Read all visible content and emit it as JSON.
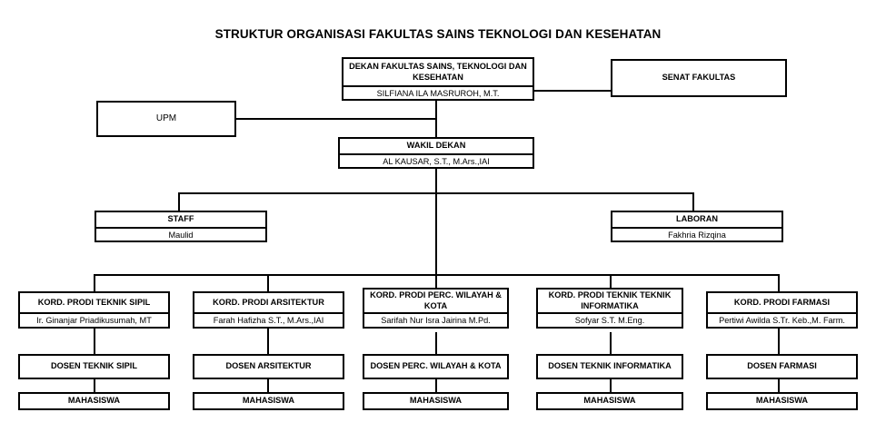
{
  "page": {
    "title": "STRUKTUR ORGANISASI FAKULTAS SAINS TEKNOLOGI DAN KESEHATAN",
    "background_color": "#ffffff",
    "line_color": "#000000",
    "text_color": "#000000"
  },
  "nodes": {
    "dekan": {
      "title": "DEKAN FAKULTAS SAINS, TEKNOLOGI DAN KESEHATAN",
      "person": "SILFIANA ILA MASRUROH, M.T."
    },
    "senat": {
      "title": "SENAT FAKULTAS"
    },
    "upm": {
      "title": "UPM"
    },
    "wakil_dekan": {
      "title": "WAKIL DEKAN",
      "person": "AL KAUSAR, S.T., M.Ars.,IAI"
    },
    "staff": {
      "title": "STAFF",
      "person": "Maulid"
    },
    "laboran": {
      "title": "LABORAN",
      "person": "Fakhria Rizqina"
    }
  },
  "programs": [
    {
      "kord_title": "KORD. PRODI TEKNIK SIPIL",
      "kord_person": "Ir. Ginanjar Priadikusumah, MT",
      "dosen": "DOSEN TEKNIK SIPIL",
      "mahasiswa": "MAHASISWA"
    },
    {
      "kord_title": "KORD. PRODI  ARSITEKTUR",
      "kord_person": "Farah Hafizha  S.T., M.Ars.,IAI",
      "dosen": "DOSEN ARSITEKTUR",
      "mahasiswa": "MAHASISWA"
    },
    {
      "kord_title": "KORD. PRODI PERC. WILAYAH & KOTA",
      "kord_person": "Sarifah Nur Isra Jairina M.Pd.",
      "dosen": "DOSEN PERC. WILAYAH & KOTA",
      "mahasiswa": "MAHASISWA"
    },
    {
      "kord_title": "KORD. PRODI TEKNIK TEKNIK INFORMATIKA",
      "kord_person": "Sofyar S.T. M.Eng.",
      "dosen": "DOSEN TEKNIK INFORMATIKA",
      "mahasiswa": "MAHASISWA"
    },
    {
      "kord_title": "KORD. PRODI FARMASI",
      "kord_person": "Pertiwi Awilda S.Tr. Keb.,M. Farm.",
      "dosen": "DOSEN FARMASI",
      "mahasiswa": "MAHASISWA"
    }
  ]
}
